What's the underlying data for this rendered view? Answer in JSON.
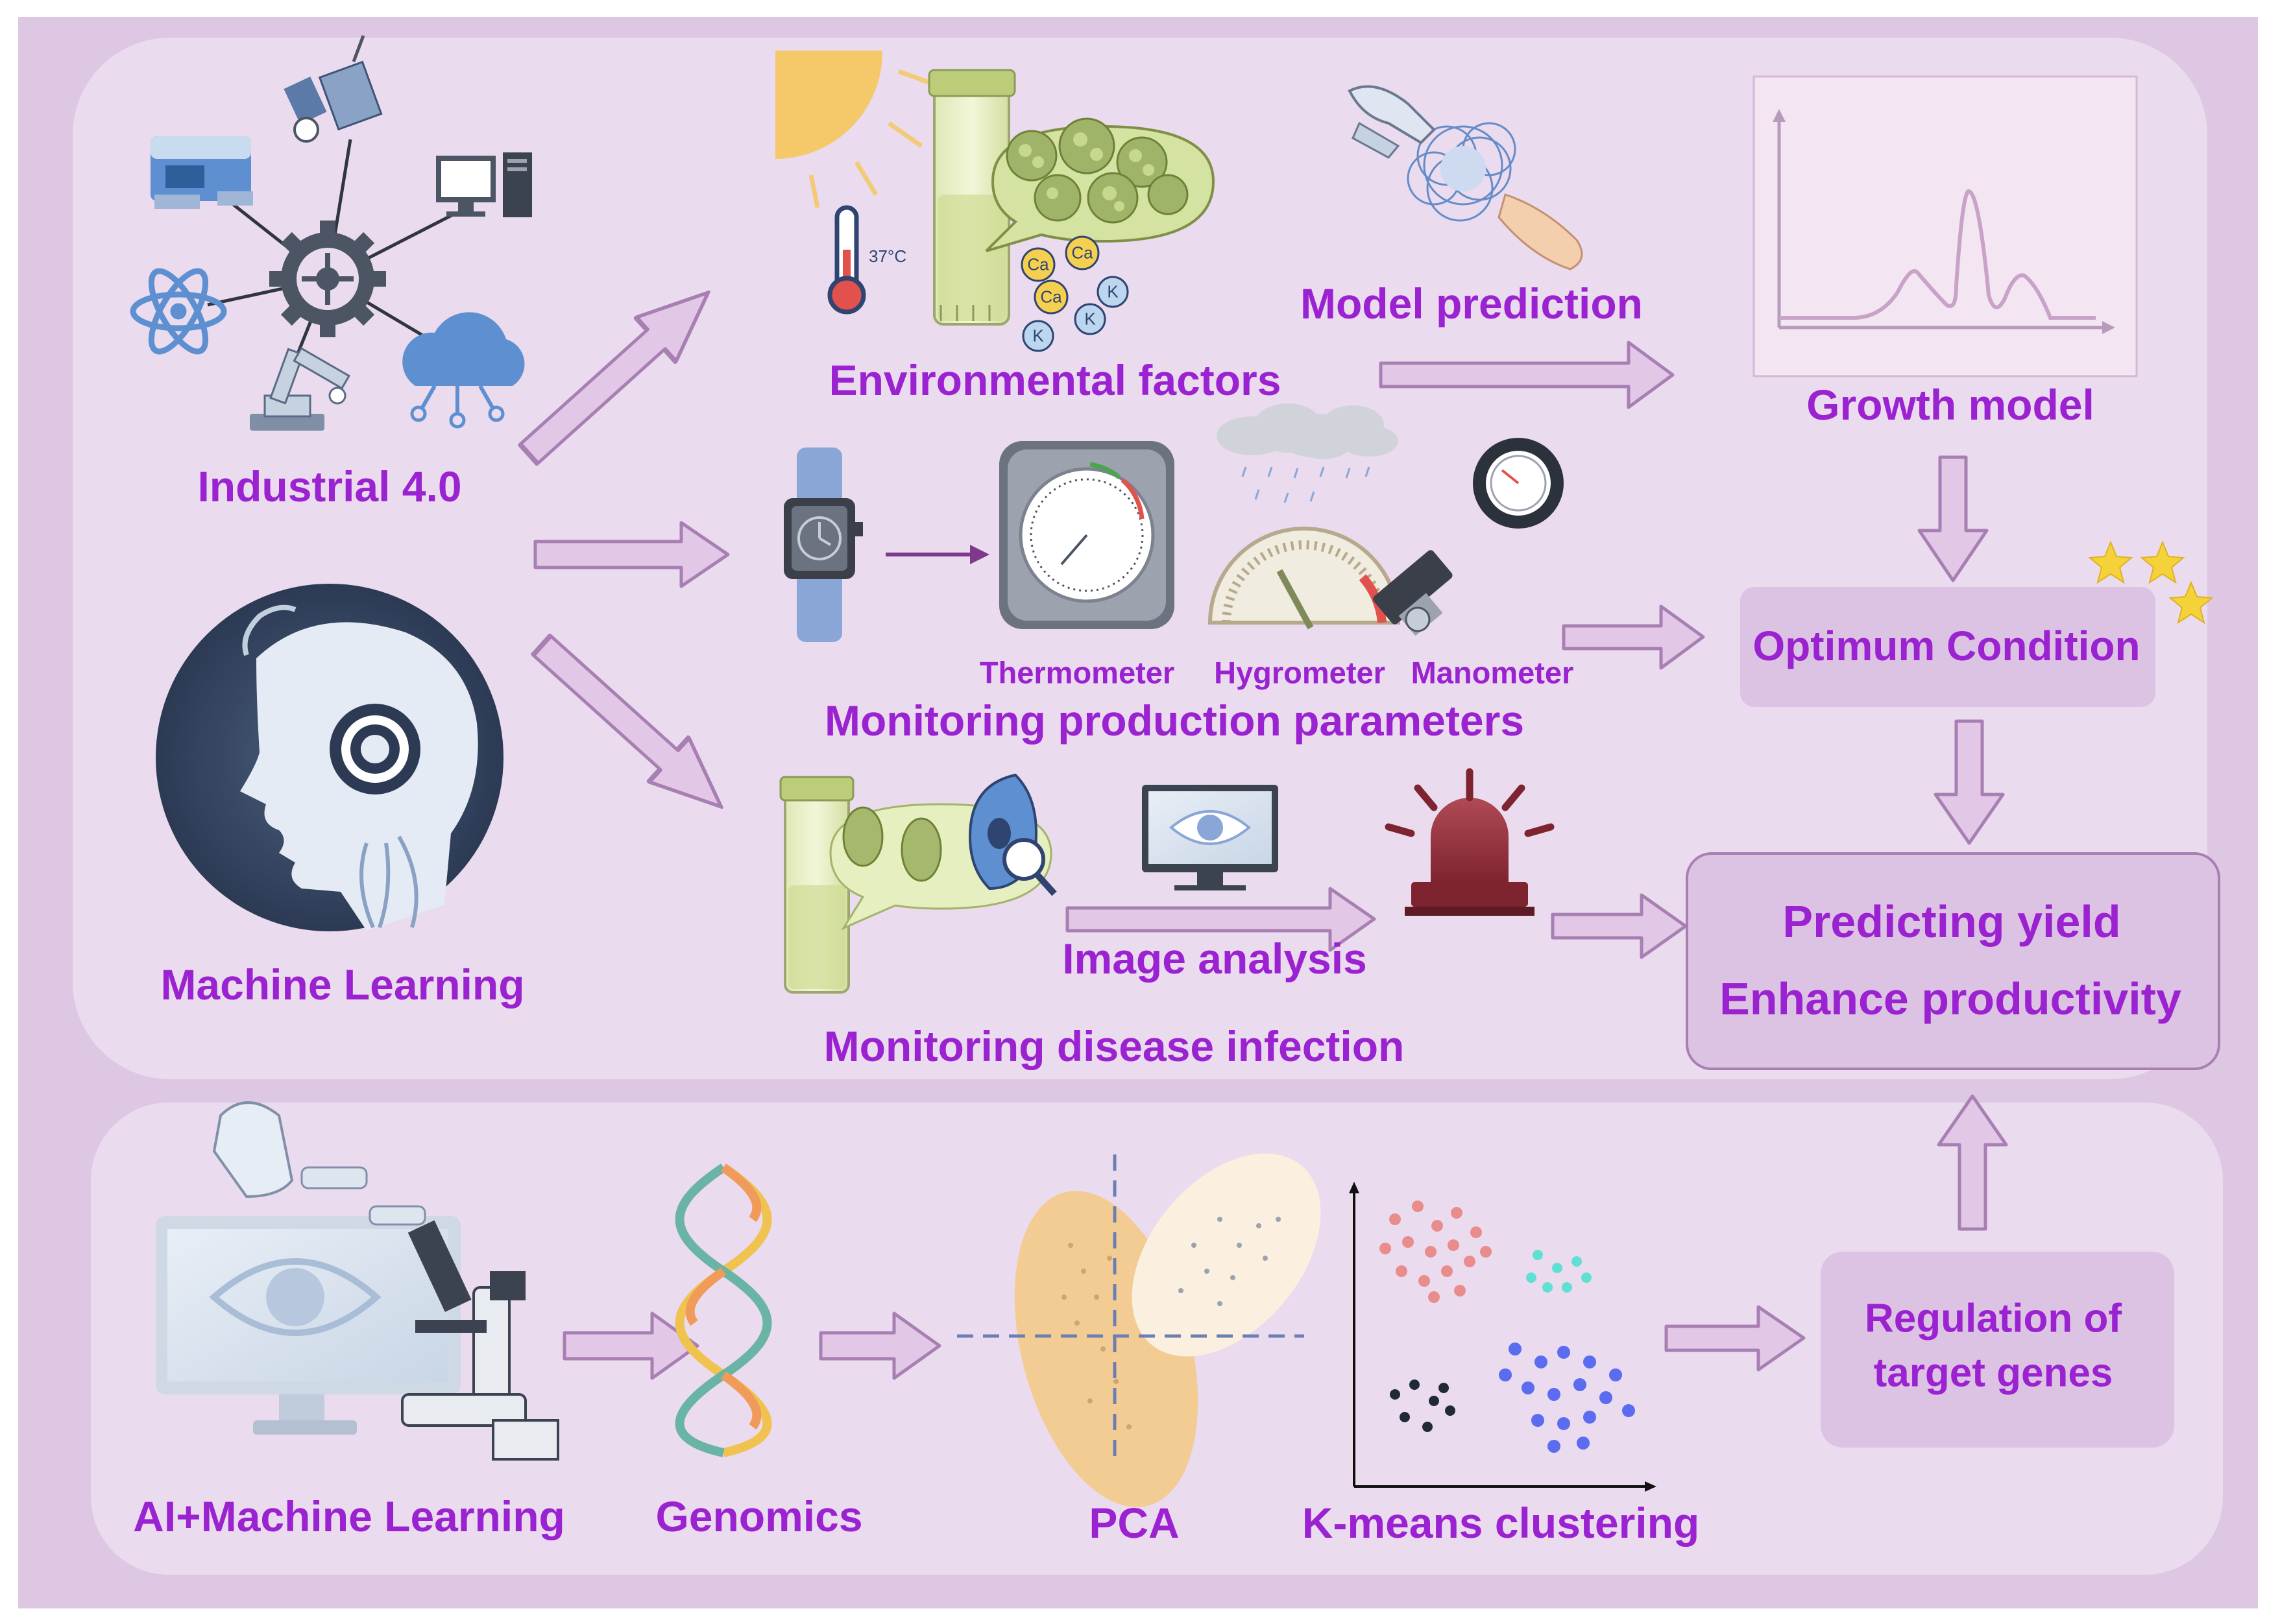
{
  "labels": {
    "industrial": "Industrial 4.0",
    "machine_learning": "Machine Learning",
    "environmental": "Environmental factors",
    "model_prediction": "Model prediction",
    "growth_model": "Growth model",
    "thermometer": "Thermometer",
    "hygrometer": "Hygrometer",
    "manometer": "Manometer",
    "monitoring_params": "Monitoring production parameters",
    "optimum": "Optimum Condition",
    "image_analysis": "Image analysis",
    "monitoring_disease": "Monitoring disease infection",
    "predicting_yield": "Predicting yield",
    "enhance_productivity": "Enhance productivity",
    "ai_ml": "AI+Machine Learning",
    "genomics": "Genomics",
    "pca": "PCA",
    "kmeans": "K-means clustering",
    "regulation": "Regulation of target genes"
  },
  "icon_text": {
    "temperature": "37°C",
    "ions": [
      "Ca",
      "Ca",
      "Ca",
      "K",
      "K",
      "K"
    ]
  },
  "colors": {
    "label": "#9b22d0",
    "outer_background": "#ddc7e3",
    "panel": "#eadbee",
    "box": "#ddc3e3",
    "arrow_fill": "#e2c8e6",
    "arrow_stroke": "#a87fb3"
  },
  "icons": [
    "computer-icon",
    "satellite-icon",
    "server-tower-icon",
    "atom-icon",
    "gear-hub-icon",
    "robot-arm-icon",
    "cloud-network-icon",
    "robot-head-icon",
    "sun-icon",
    "thermometer-icon",
    "culture-tube-icon",
    "speech-bubble-icon",
    "robot-hand-icon",
    "growth-curve-chart-icon",
    "smartwatch-icon",
    "thermometer-gauge-icon",
    "hygrometer-gauge-icon",
    "manometer-icon",
    "star-icon",
    "monitor-eye-icon",
    "bug-search-icon",
    "alarm-siren-icon",
    "microscope-icon",
    "dna-helix-icon",
    "pca-ellipse-icon",
    "kmeans-scatter-icon"
  ]
}
